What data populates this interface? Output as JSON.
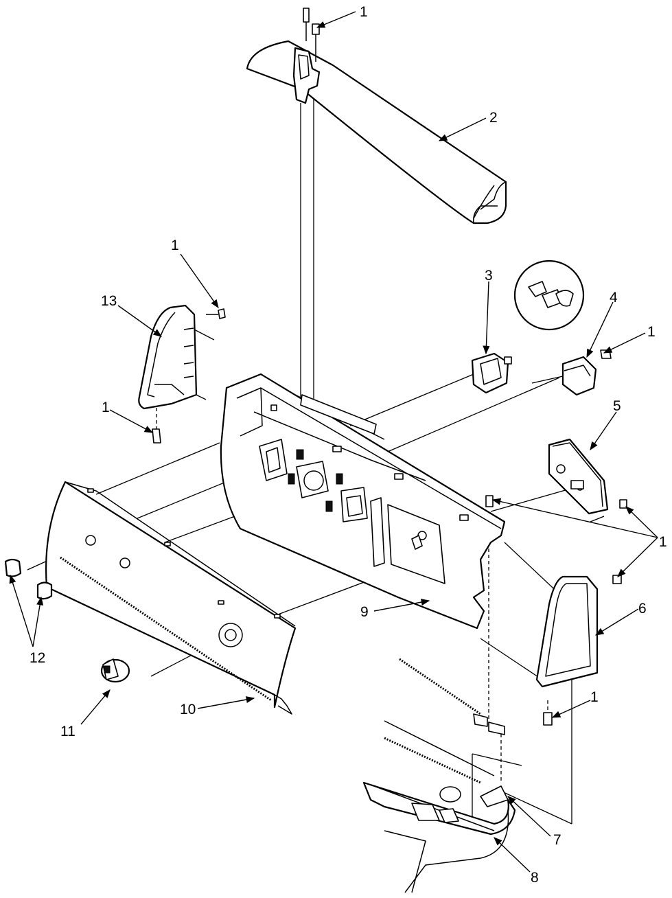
{
  "callouts": [
    {
      "id": "c1a",
      "label": "1"
    },
    {
      "id": "c2",
      "label": "2"
    },
    {
      "id": "c1b",
      "label": "1"
    },
    {
      "id": "c13",
      "label": "13"
    },
    {
      "id": "c3",
      "label": "3"
    },
    {
      "id": "c4",
      "label": "4"
    },
    {
      "id": "c1c",
      "label": "1"
    },
    {
      "id": "c1d",
      "label": "1"
    },
    {
      "id": "c5",
      "label": "5"
    },
    {
      "id": "c1e",
      "label": "1"
    },
    {
      "id": "c6",
      "label": "6"
    },
    {
      "id": "c9",
      "label": "9"
    },
    {
      "id": "c12",
      "label": "12"
    },
    {
      "id": "c1f",
      "label": "1"
    },
    {
      "id": "c10",
      "label": "10"
    },
    {
      "id": "c11",
      "label": "11"
    },
    {
      "id": "c7",
      "label": "7"
    },
    {
      "id": "c8",
      "label": "8"
    }
  ]
}
